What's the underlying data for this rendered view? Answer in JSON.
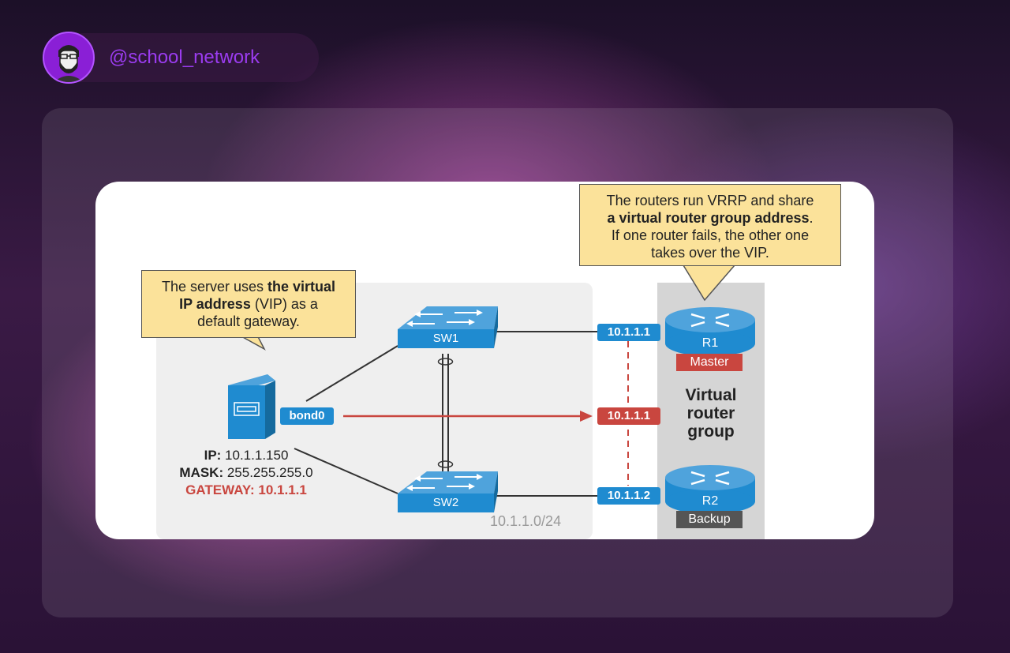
{
  "profile": {
    "handle": "@school_network",
    "avatar_icon": "bearded-man-avatar-icon"
  },
  "diagram": {
    "callout_server": {
      "line1_normal": "The server uses ",
      "line1_bold": "the virtual",
      "line2_bold": "IP address",
      "line2_normal": " (VIP) as a",
      "line3": "default gateway."
    },
    "callout_routers": {
      "line1": "The routers run VRRP and share",
      "line2_bold": "a virtual router group address",
      "line2_end": ".",
      "line3": "If one router fails, the other one",
      "line4": "takes over the VIP."
    },
    "server": {
      "ip_label": "IP:",
      "ip_value": " 10.1.1.150",
      "mask_label": "MASK:",
      "mask_value": " 255.255.255.0",
      "gateway": "GATEWAY: 10.1.1.1"
    },
    "bond": "bond0",
    "switches": {
      "sw1": "SW1",
      "sw2": "SW2"
    },
    "subnet": "10.1.1.0/24",
    "ips": {
      "r1": "10.1.1.1",
      "vip": "10.1.1.1",
      "r2": "10.1.1.2"
    },
    "routers": {
      "r1": {
        "name": "R1",
        "status": "Master"
      },
      "r2": {
        "name": "R2",
        "status": "Backup"
      }
    },
    "group_label": {
      "line1": "Virtual",
      "line2": "router",
      "line3": "group"
    }
  }
}
